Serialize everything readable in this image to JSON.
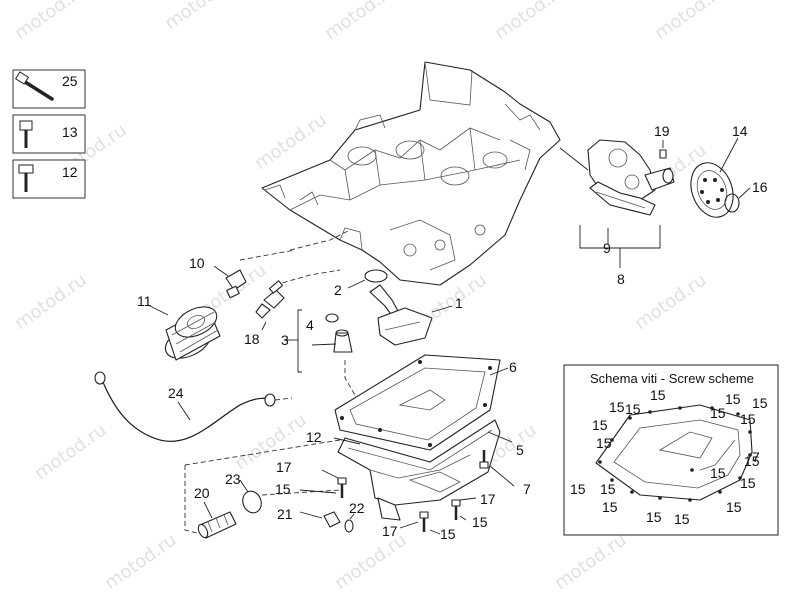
{
  "watermark": "motod.ru",
  "legend": [
    {
      "num": "25",
      "icon": "long-bolt-icon"
    },
    {
      "num": "13",
      "icon": "socket-screw-icon"
    },
    {
      "num": "12",
      "icon": "hex-screw-icon"
    }
  ],
  "callouts": {
    "c1": "1",
    "c2": "2",
    "c3": "3",
    "c4": "4",
    "c5": "5",
    "c6": "6",
    "c7": "7",
    "c8": "8",
    "c9": "9",
    "c10": "10",
    "c11": "11",
    "c12": "12",
    "c14": "14",
    "c15a": "15",
    "c15b": "15",
    "c15c": "15",
    "c16": "16",
    "c17a": "17",
    "c17b": "17",
    "c17c": "17",
    "c18": "18",
    "c19": "19",
    "c20": "20",
    "c21": "21",
    "c22": "22",
    "c23": "23",
    "c24": "24"
  },
  "inset": {
    "title": "Schema viti - Screw scheme",
    "labels": {
      "s1": "15",
      "s2": "15",
      "s3": "15",
      "s4": "15",
      "s5": "15",
      "s6": "15",
      "s7": "15",
      "s8": "15",
      "s9": "15",
      "s10": "15",
      "s11": "15",
      "s12": "15",
      "s13": "15",
      "s14": "15",
      "s15": "15",
      "s16": "15",
      "s17": "15",
      "s18": "15",
      "s19": "7"
    }
  }
}
